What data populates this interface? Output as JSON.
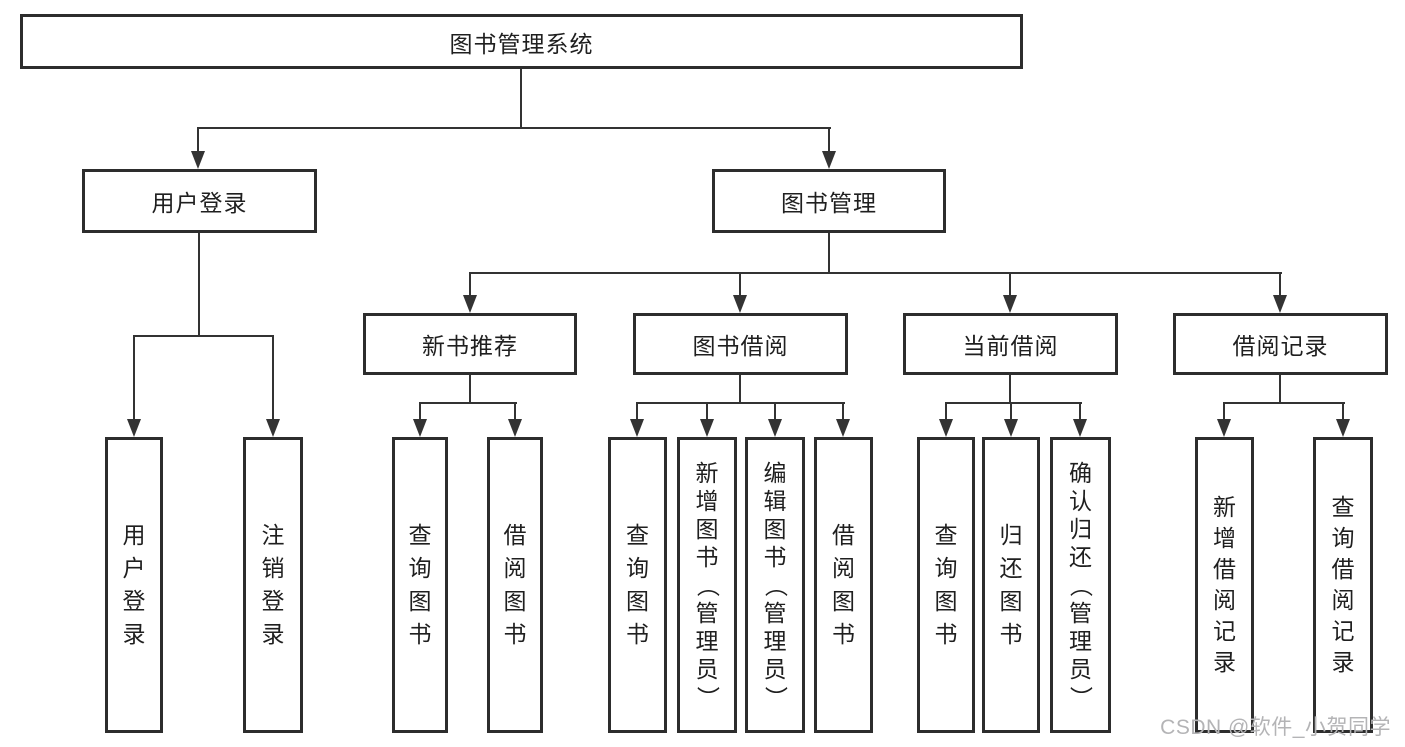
{
  "diagram": {
    "root": {
      "label": "图书管理系统"
    },
    "level2": [
      {
        "label": "用户登录",
        "children": [
          {
            "label": "用户登录"
          },
          {
            "label": "注销登录"
          }
        ]
      },
      {
        "label": "图书管理",
        "children": [
          {
            "label": "新书推荐",
            "children": [
              {
                "label": "查询图书"
              },
              {
                "label": "借阅图书"
              }
            ]
          },
          {
            "label": "图书借阅",
            "children": [
              {
                "label": "查询图书"
              },
              {
                "label": "新增图书（管理员）"
              },
              {
                "label": "编辑图书（管理员）"
              },
              {
                "label": "借阅图书"
              }
            ]
          },
          {
            "label": "当前借阅",
            "children": [
              {
                "label": "查询图书"
              },
              {
                "label": "归还图书"
              },
              {
                "label": "确认归还（管理员）"
              }
            ]
          },
          {
            "label": "借阅记录",
            "children": [
              {
                "label": "新增借阅记录"
              },
              {
                "label": "查询借阅记录"
              }
            ]
          }
        ]
      }
    ]
  },
  "watermark": {
    "text": "CSDN @软件_小贺同学",
    "color": "#b4b4b6"
  },
  "colors": {
    "line": "#333333",
    "box_border": "#2d2d2d",
    "text": "#1f1f1f",
    "background": "#ffffff"
  }
}
